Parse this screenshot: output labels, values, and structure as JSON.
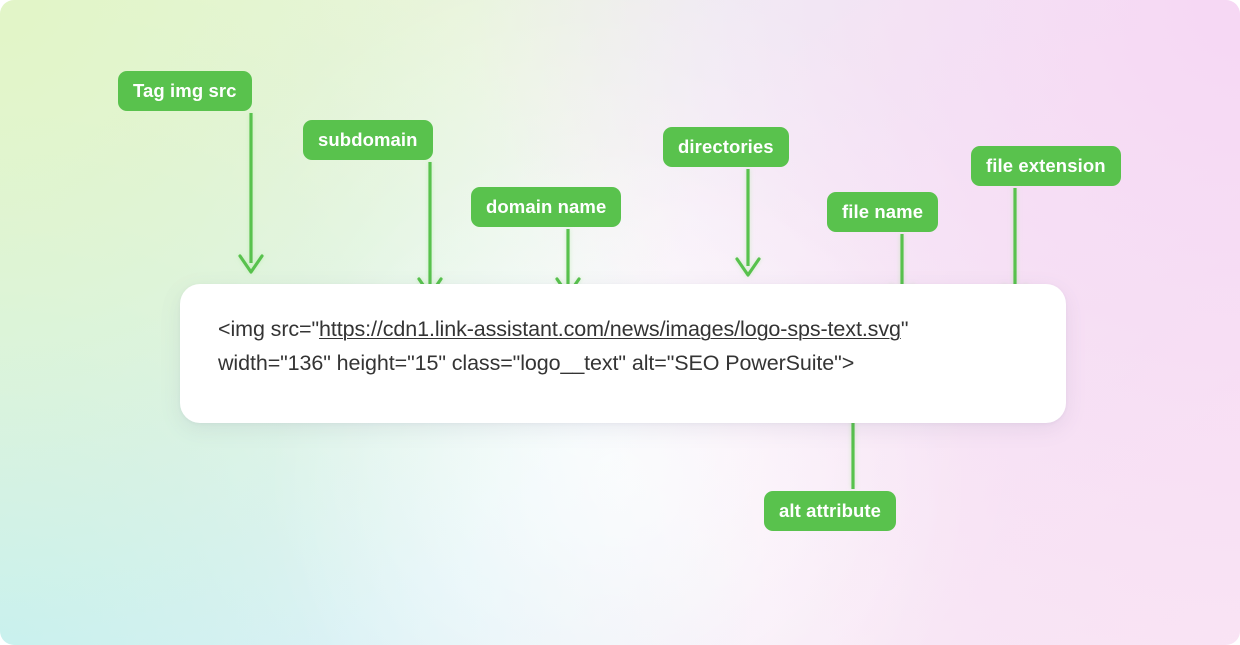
{
  "theme": {
    "accent_green": "#59c24d",
    "card_background": "#ffffff",
    "code_text_color": "#343434",
    "background_corner_topleft": "#eaf7d7",
    "background_corner_topright": "#f7e3f6",
    "background_corner_bottomleft": "#c4f0f3",
    "background_corner_bottomright": "#fae6f4"
  },
  "code_snippet": {
    "line1_prefix": "<img src=\"",
    "line1_url": "https://cdn1.link-assistant.com/news/images/logo-sps-text.svg",
    "line1_suffix": "\"",
    "line2": "width=\"136\" height=\"15\" class=\"logo__text\" alt=\"SEO PowerSuite\">",
    "attributes": {
      "src": "https://cdn1.link-assistant.com/news/images/logo-sps-text.svg",
      "width": "136",
      "height": "15",
      "class": "logo__text",
      "alt": "SEO PowerSuite"
    },
    "url_parts": {
      "protocol": "https://",
      "subdomain": "cdn1",
      "domain_name": "link-assistant.com",
      "directories": "/news/images/",
      "file_name": "logo-sps-text",
      "file_extension": ".svg"
    }
  },
  "annotations": [
    {
      "id": "tag-img-src",
      "label": "Tag img src",
      "arrow_direction": "down"
    },
    {
      "id": "subdomain",
      "label": "subdomain",
      "arrow_direction": "down"
    },
    {
      "id": "domain-name",
      "label": "domain name",
      "arrow_direction": "down"
    },
    {
      "id": "directories",
      "label": "directories",
      "arrow_direction": "down"
    },
    {
      "id": "file-name",
      "label": "file name",
      "arrow_direction": "down"
    },
    {
      "id": "file-extension",
      "label": "file extension",
      "arrow_direction": "down"
    },
    {
      "id": "alt-attribute",
      "label": "alt attribute",
      "arrow_direction": "up"
    }
  ]
}
